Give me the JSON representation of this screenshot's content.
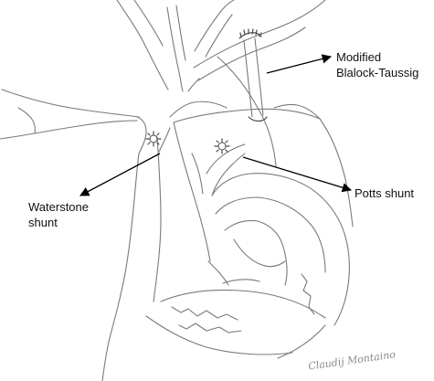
{
  "labels": {
    "blalock_taussig_line1": "Modified",
    "blalock_taussig_line2": "Blalock-Taussig",
    "waterstone_line1": "Waterstone",
    "waterstone_line2": "shunt",
    "potts": "Potts shunt"
  },
  "signature": "Claudij Montaino",
  "colors": {
    "pencil": "#7a7a7a",
    "arrow": "#000000",
    "text": "#111111"
  }
}
